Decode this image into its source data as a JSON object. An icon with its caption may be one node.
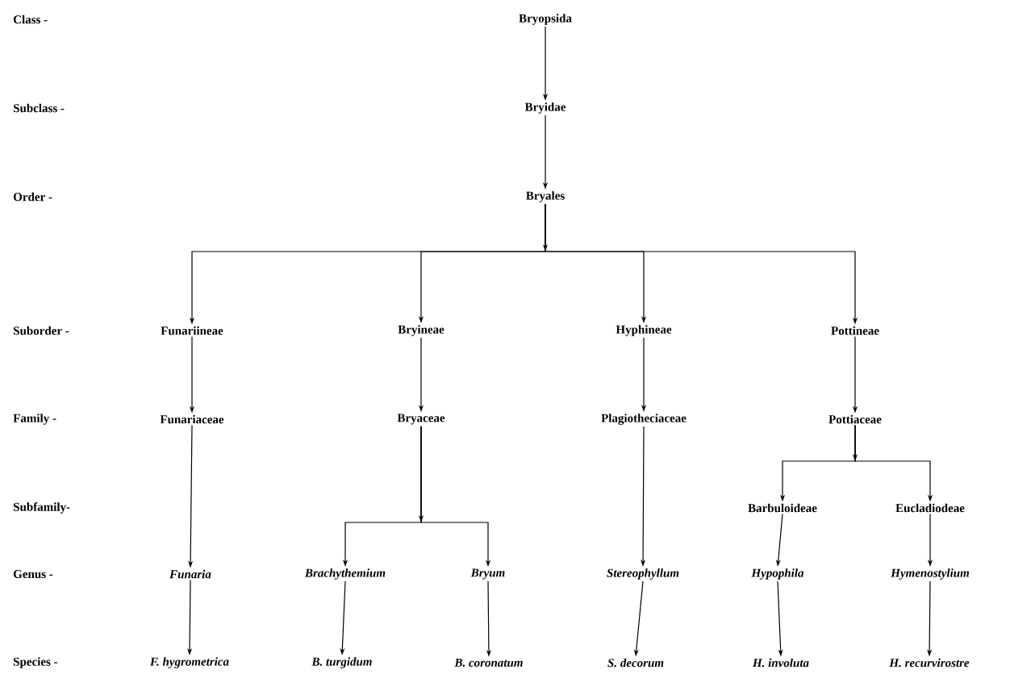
{
  "diagram": {
    "nodes": [
      {
        "text": [
          "Bryopsida"
        ]
      },
      {
        "text": [
          "Bryidae"
        ]
      },
      {
        "text": [
          "Bryales"
        ]
      },
      {
        "text": [
          "Funariineae"
        ]
      },
      {
        "text": [
          "Bryineae"
        ]
      },
      {
        "text": [
          "Hyphineae"
        ]
      },
      {
        "text": [
          "Pottineae"
        ]
      },
      {
        "text": [
          "Funariaceae"
        ]
      },
      {
        "text": [
          "Bryaceae"
        ]
      },
      {
        "text": [
          "Plagiotheciaceae"
        ]
      },
      {
        "text": [
          "Pottiaceae"
        ]
      },
      {
        "text": [
          "Barbuloideae"
        ]
      },
      {
        "text": [
          "Eucladiodeae"
        ]
      },
      {
        "text": [
          "Funaria"
        ]
      },
      {
        "text": [
          "Brachythemium"
        ]
      },
      {
        "text": [
          "Bryum"
        ]
      },
      {
        "text": [
          "Stereophyllum"
        ]
      },
      {
        "text": [
          "Hypophila"
        ]
      },
      {
        "text": [
          "Hymenostylium"
        ]
      },
      {
        "text": [
          "F. hygrometrica"
        ]
      },
      {
        "text": [
          "B. turgidum"
        ]
      },
      {
        "text": [
          "B. coronatum"
        ]
      },
      {
        "text": [
          "S. decorum"
        ]
      },
      {
        "text": [
          "H. involuta"
        ]
      },
      {
        "text": [
          "H. recurvirostre"
        ]
      }
    ],
    "edges": [
      {
        "from": 0,
        "to": 1,
        "arrow": "to"
      },
      {
        "from": 1,
        "to": 2,
        "arrow": "to"
      },
      {
        "from": 2,
        "to": 3,
        "arrow": "to"
      },
      {
        "from": 2,
        "to": 4,
        "arrow": "to"
      },
      {
        "from": 2,
        "to": 5,
        "arrow": "to"
      },
      {
        "from": 2,
        "to": 6,
        "arrow": "to"
      },
      {
        "from": 3,
        "to": 7,
        "arrow": "to"
      },
      {
        "from": 4,
        "to": 8,
        "arrow": "to"
      },
      {
        "from": 5,
        "to": 9,
        "arrow": "to"
      },
      {
        "from": 6,
        "to": 10,
        "arrow": "to"
      },
      {
        "from": 10,
        "to": 11,
        "arrow": "to"
      },
      {
        "from": 10,
        "to": 12,
        "arrow": "to"
      },
      {
        "from": 7,
        "to": 13,
        "arrow": "to"
      },
      {
        "from": 8,
        "to": 14,
        "arrow": "to"
      },
      {
        "from": 8,
        "to": 15,
        "arrow": "to"
      },
      {
        "from": 9,
        "to": 16,
        "arrow": "to"
      },
      {
        "from": 11,
        "to": 17,
        "arrow": "to"
      },
      {
        "from": 12,
        "to": 18,
        "arrow": "to"
      },
      {
        "from": 13,
        "to": 19,
        "arrow": "to"
      },
      {
        "from": 14,
        "to": 20,
        "arrow": "to"
      },
      {
        "from": 15,
        "to": 21,
        "arrow": "to"
      },
      {
        "from": 16,
        "to": 22,
        "arrow": "to"
      },
      {
        "from": 17,
        "to": 23,
        "arrow": "to"
      },
      {
        "from": 18,
        "to": 24,
        "arrow": "to"
      }
    ],
    "labels": [
      "Class -",
      "Subclass -",
      "Order -",
      "Suborder -",
      "Family -",
      "Subfamily-",
      "Genus -",
      "Species -"
    ]
  }
}
